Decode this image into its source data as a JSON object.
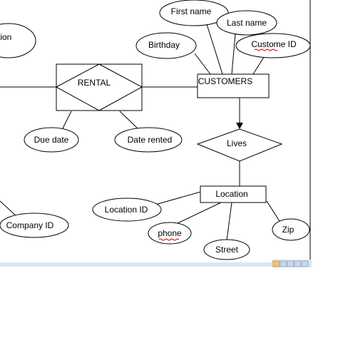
{
  "entities": {
    "customers": "CUSTOMERS",
    "location": "Location"
  },
  "relationships": {
    "rental": "RENTAL",
    "lives": "Lives"
  },
  "attributes": {
    "duration": "uration",
    "first_name": "First name",
    "last_name": "Last name",
    "birthday": "Birthday",
    "customer_id": "Custome ID",
    "due_date": "Due date",
    "date_rented": "Date rented",
    "company_id": "Company ID",
    "location_id": "Location ID",
    "phone": "phone",
    "street": "Street",
    "zip": "Zip"
  },
  "colors": {
    "spellcheck_underline": "#c00000",
    "status_bar": "#dbe5f1"
  },
  "status_bar": {
    "icons": [
      "print-layout-view-icon",
      "full-screen-reading-icon",
      "web-layout-icon",
      "outline-view-icon",
      "draft-view-icon"
    ]
  }
}
